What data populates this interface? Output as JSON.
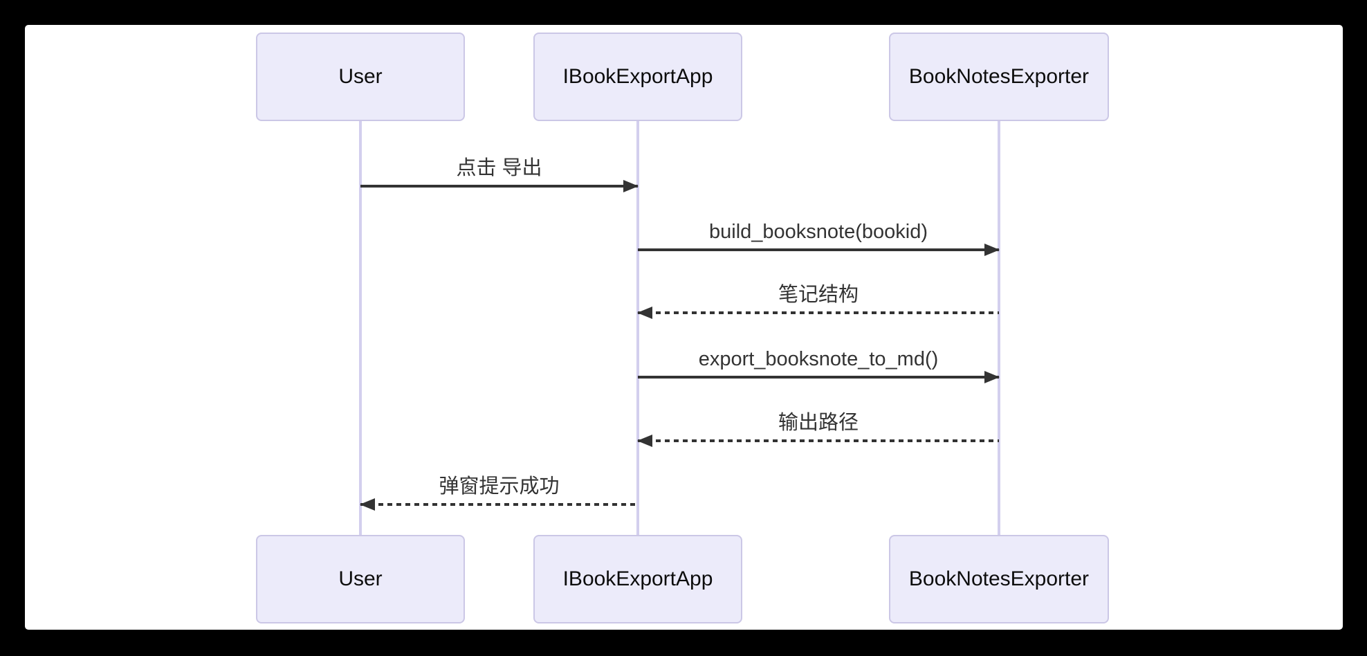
{
  "diagram": {
    "type": "sequence",
    "actors": [
      {
        "name": "User"
      },
      {
        "name": "IBookExportApp"
      },
      {
        "name": "BookNotesExporter"
      }
    ],
    "messages": [
      {
        "from": "User",
        "to": "IBookExportApp",
        "label": "点击 导出",
        "style": "solid",
        "direction": "right"
      },
      {
        "from": "IBookExportApp",
        "to": "BookNotesExporter",
        "label": "build_booksnote(bookid)",
        "style": "solid",
        "direction": "right"
      },
      {
        "from": "BookNotesExporter",
        "to": "IBookExportApp",
        "label": "笔记结构",
        "style": "dashed",
        "direction": "left"
      },
      {
        "from": "IBookExportApp",
        "to": "BookNotesExporter",
        "label": "export_booksnote_to_md()",
        "style": "solid",
        "direction": "right"
      },
      {
        "from": "BookNotesExporter",
        "to": "IBookExportApp",
        "label": "输出路径",
        "style": "dashed",
        "direction": "left"
      },
      {
        "from": "IBookExportApp",
        "to": "User",
        "label": "弹窗提示成功",
        "style": "dashed",
        "direction": "left"
      }
    ],
    "colors": {
      "frame": "#000000",
      "canvas": "#FFFFFF",
      "actor_fill": "#ECEBFA",
      "actor_border": "#CBC7E6",
      "lifeline": "#D3CFEE",
      "message": "#333333"
    }
  }
}
